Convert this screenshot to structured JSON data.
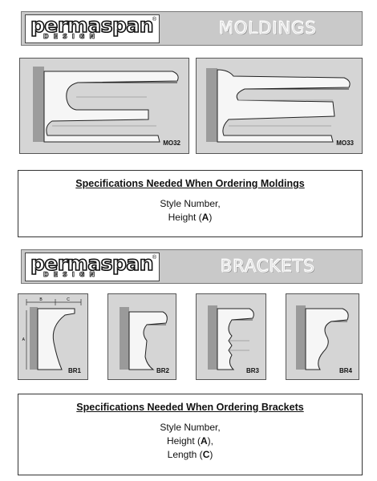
{
  "logo": {
    "main": "permaspan",
    "sub": "DESIGN",
    "reg": "®"
  },
  "moldings": {
    "banner_title": "MOLDINGS",
    "items": [
      {
        "code": "MO32"
      },
      {
        "code": "MO33"
      }
    ],
    "spec": {
      "title": "Specifications Needed When Ordering Moldings",
      "lines": [
        {
          "text": "Style Number,"
        },
        {
          "text": "Height (",
          "bold": "A",
          "after": ")"
        }
      ]
    }
  },
  "brackets": {
    "banner_title": "BRACKETS",
    "items": [
      {
        "code": "BR1"
      },
      {
        "code": "BR2"
      },
      {
        "code": "BR3"
      },
      {
        "code": "BR4"
      }
    ],
    "dimension_labels": {
      "b": "B",
      "c": "C",
      "a": "A"
    },
    "spec": {
      "title": "Specifications Needed When Ordering Brackets",
      "lines": [
        {
          "text": "Style Number,"
        },
        {
          "text": "Height (",
          "bold": "A",
          "after": "),"
        },
        {
          "text": "Length (",
          "bold": "C",
          "after": ")"
        }
      ]
    }
  }
}
